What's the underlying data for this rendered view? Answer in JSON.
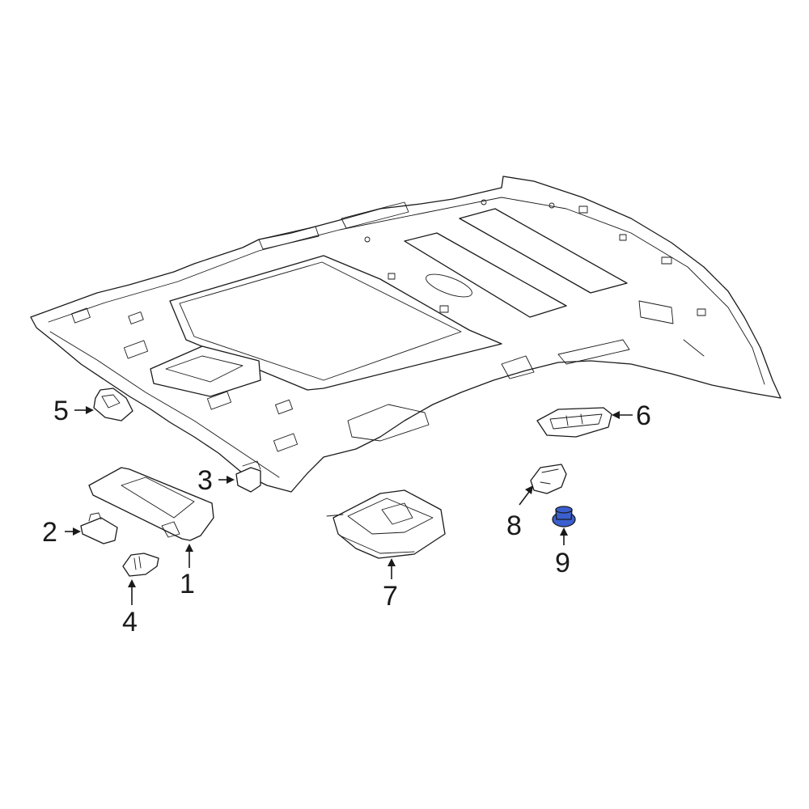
{
  "callouts": {
    "c1": "1",
    "c2": "2",
    "c3": "3",
    "c4": "4",
    "c5": "5",
    "c6": "6",
    "c7": "7",
    "c8": "8",
    "c9": "9"
  },
  "colors": {
    "line": "#1a1a1a",
    "highlight": "#3b5fcf",
    "background": "#ffffff"
  }
}
